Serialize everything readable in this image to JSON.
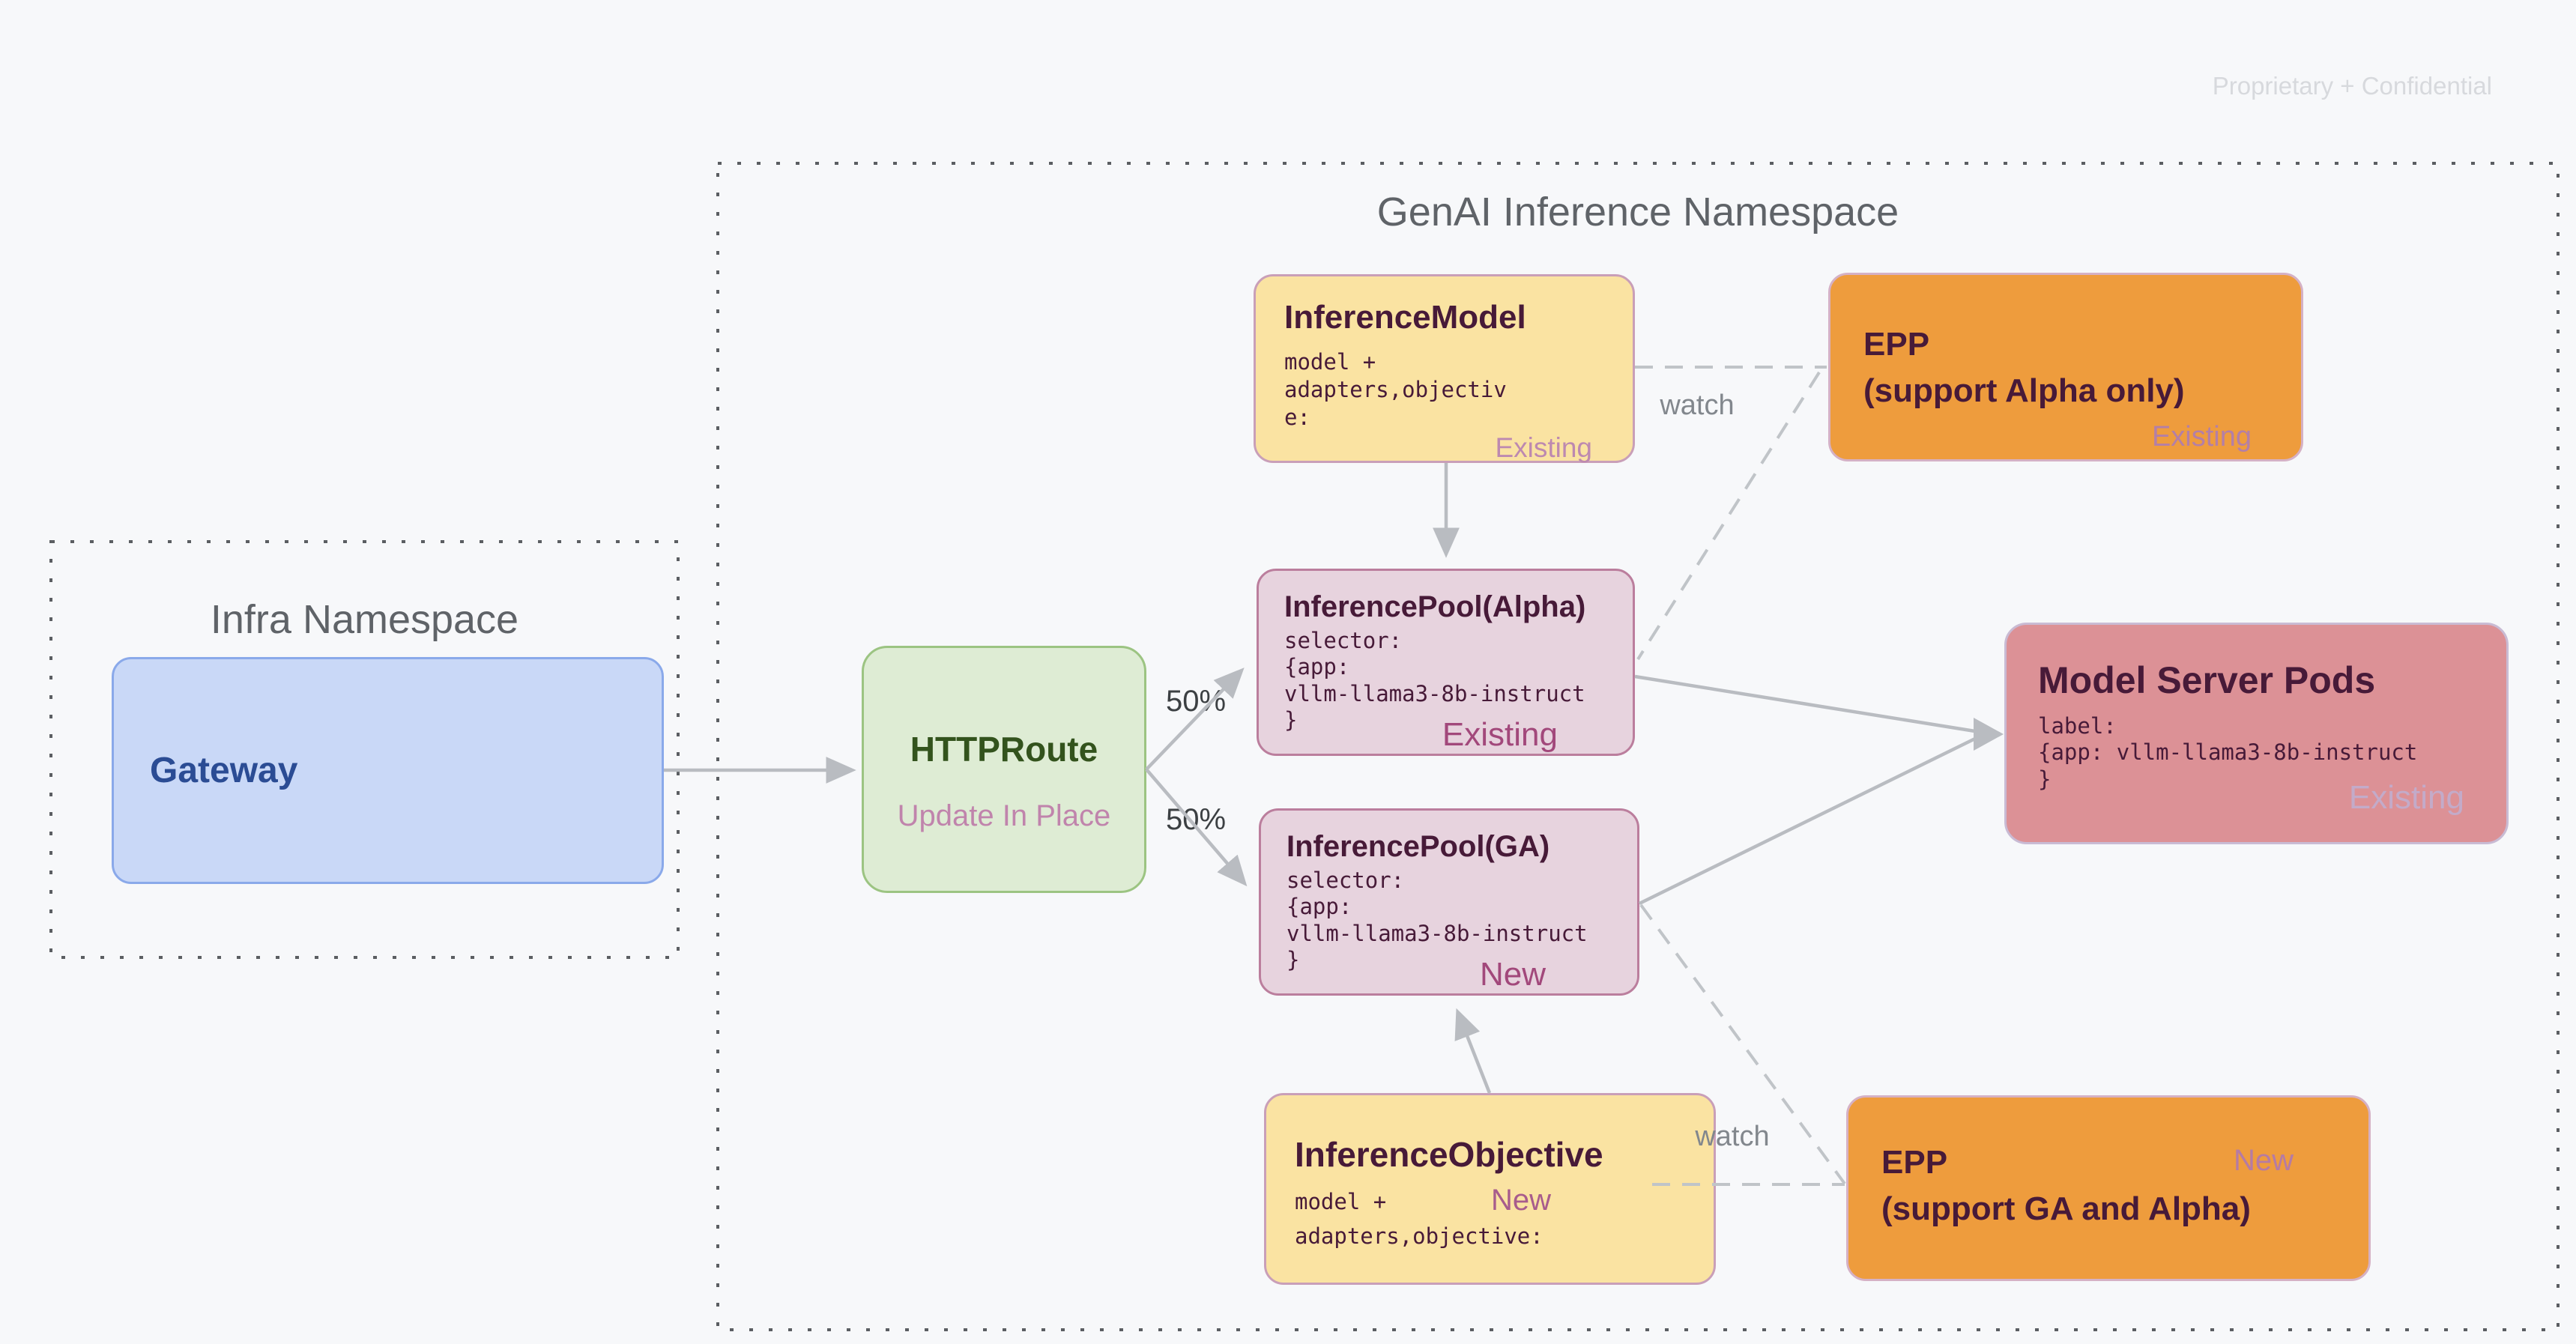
{
  "page": {
    "watermark": "Proprietary + Confidential"
  },
  "namespaces": {
    "infra": {
      "title": "Infra Namespace"
    },
    "genai": {
      "title": "GenAI Inference Namespace"
    }
  },
  "nodes": {
    "gateway": {
      "title": "Gateway"
    },
    "httproute": {
      "title": "HTTPRoute",
      "subtitle": "Update In Place"
    },
    "inference_model": {
      "title": "InferenceModel",
      "body": "model +\nadapters,objectiv\ne:",
      "status": "Existing"
    },
    "epp_alpha": {
      "title": "EPP",
      "title2": "(support Alpha only)",
      "status": "Existing"
    },
    "pool_alpha": {
      "title": "InferencePool(Alpha)",
      "body": "selector:\n{app:\nvllm-llama3-8b-instruct\n}",
      "status": "Existing"
    },
    "pool_ga": {
      "title": "InferencePool(GA)",
      "body": "selector:\n{app:\nvllm-llama3-8b-instruct\n}",
      "status": "New"
    },
    "model_server_pods": {
      "title": "Model Server Pods",
      "body": "label:\n{app: vllm-llama3-8b-instruct\n}",
      "status": "Existing"
    },
    "inference_objective": {
      "title": "InferenceObjective",
      "body_line1": "model +",
      "body_line2": "adapters,objective:",
      "status": "New"
    },
    "epp_ga": {
      "title": "EPP",
      "title2": "(support GA and Alpha)",
      "status": "New"
    }
  },
  "edge_labels": {
    "watch_top": "watch",
    "watch_bottom": "watch",
    "split_top": "50%",
    "split_bottom": "50%"
  },
  "palette": {
    "background": "#f7f8fa",
    "yellow_box": "#fae3a2",
    "pool_box": "#e7d3de",
    "pods_box": "#dc9196",
    "orange_box": "#ee9c3d",
    "green_box": "#deecd4",
    "blue_box": "#c9d8f7",
    "dark_plum_text": "#471a38",
    "gateway_text": "#2b4c94",
    "httproute_text": "#33531d",
    "namespace_text": "#5f6368",
    "status_mauve": "#b685ab",
    "status_magenta": "#a2487b",
    "status_lavender": "#c3abc9",
    "update_in_place": "#c084ac",
    "arrow_gray": "#b9bcc1"
  }
}
